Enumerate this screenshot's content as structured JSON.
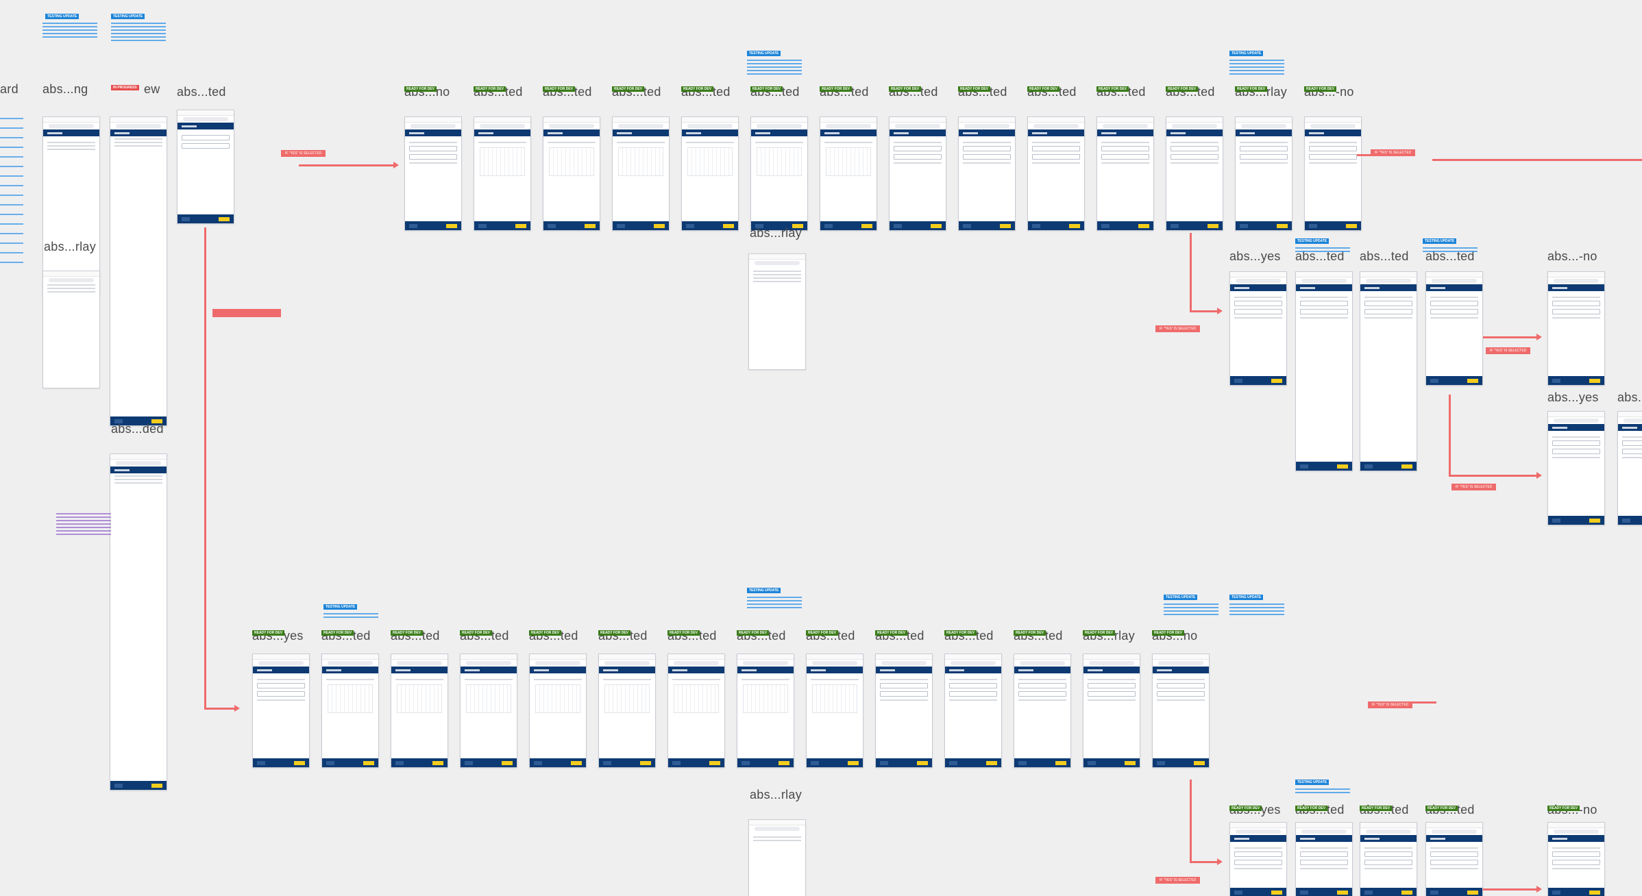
{
  "colors": {
    "navy": "#0d3a73",
    "yellow": "#f4cd1c",
    "ready": "#3a7d18",
    "test": "#1d84d8",
    "connector": "#ef6b6b"
  },
  "badges": {
    "ready": "READY FOR DEV",
    "testing": "TESTING UPDATE",
    "review": "IN PROGRESS"
  },
  "condition_label": "IF \"YES\" IS SELECTED",
  "top_left": {
    "label_1": "ard",
    "label_2": "abs...ng",
    "label_3": "ew",
    "label_4": "abs...ted"
  },
  "left_col": {
    "label_play": "abs...rlay",
    "label_ded": "abs...ded"
  },
  "top_row": [
    "abs...no",
    "abs...ted",
    "abs...ted",
    "abs...ted",
    "abs...ted",
    "abs...ted",
    "abs...ted",
    "abs...ted",
    "abs...ted",
    "abs...ted",
    "abs...ted",
    "abs...ted",
    "abs...rlay",
    "abs...-no"
  ],
  "top_mid": "abs...rlay",
  "right_mid": [
    "abs...yes",
    "abs...ted",
    "abs...ted",
    "abs...ted",
    "abs...-no",
    "abs...yes",
    "abs..."
  ],
  "bottom_row": [
    "abs...yes",
    "abs...ted",
    "abs...ted",
    "abs...ted",
    "abs...ted",
    "abs...ted",
    "abs...ted",
    "abs...ted",
    "abs...ted",
    "abs...ted",
    "abs...ted",
    "abs...ted",
    "abs...rlay",
    "abs...no"
  ],
  "bottom_mid": "abs...rlay",
  "bottom_right": [
    "abs...yes",
    "abs...ted",
    "abs...ted",
    "abs...ted",
    "abs...-no"
  ]
}
